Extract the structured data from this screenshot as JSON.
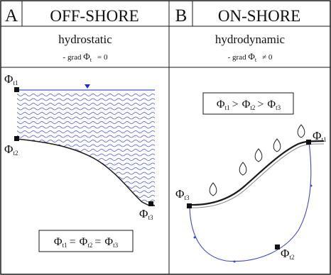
{
  "panel_a": {
    "letter": "A",
    "title": "OFF-SHORE",
    "subtitle": "hydrostatic",
    "eq_prefix": "- grad",
    "eq_phi": "Φ",
    "eq_sub": "t",
    "eq_rel": "= 0",
    "phi1": {
      "sym": "Φ",
      "sub": "t1"
    },
    "phi2": {
      "sym": "Φ",
      "sub": "t2"
    },
    "phi3": {
      "sym": "Φ",
      "sub": "t3"
    },
    "box": {
      "p1": "Φ",
      "s1": "t1",
      "op1": "=",
      "p2": "Φ",
      "s2": "t2",
      "op2": "=",
      "p3": "Φ",
      "s3": "t3"
    }
  },
  "panel_b": {
    "letter": "B",
    "title": "ON-SHORE",
    "subtitle": "hydrodynamic",
    "eq_prefix": "- grad",
    "eq_phi": "Φ",
    "eq_sub": "t",
    "eq_rel": "≠ 0",
    "phi1": {
      "sym": "Φ",
      "sub": "t1"
    },
    "phi2": {
      "sym": "Φ",
      "sub": "t2"
    },
    "phi3": {
      "sym": "Φ",
      "sub": "t3"
    },
    "box": {
      "p1": "Φ",
      "s1": "t1",
      "op1": ">",
      "p2": "Φ",
      "s2": "t2",
      "op2": ">",
      "p3": "Φ",
      "s3": "t3"
    }
  },
  "colors": {
    "water": "#4a4fd6",
    "flow": "#3d46c9",
    "line": "#1a1a1a"
  }
}
